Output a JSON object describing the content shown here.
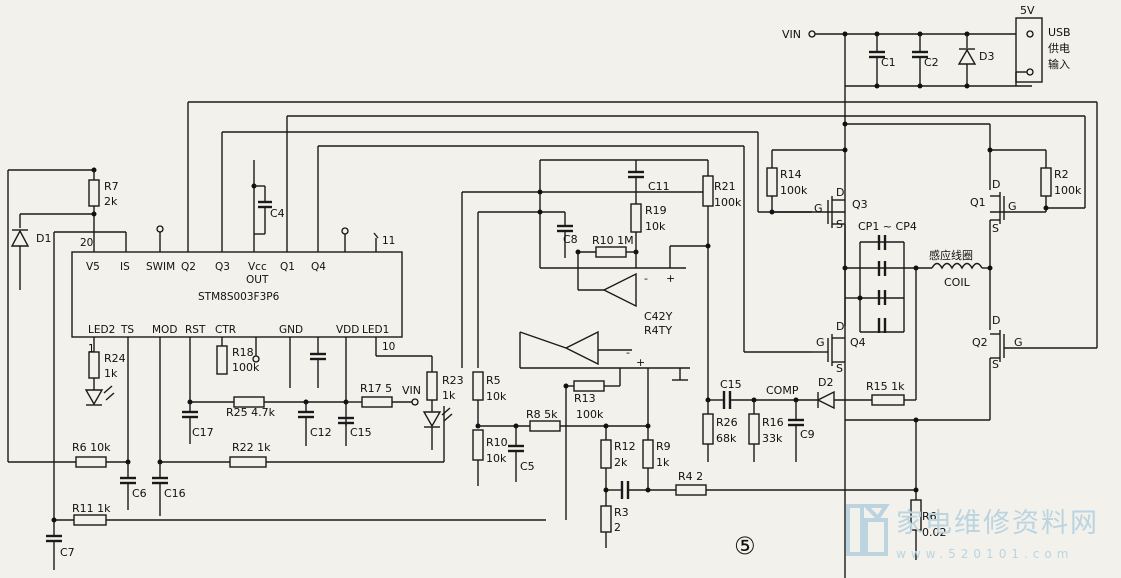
{
  "ic": {
    "part": "STM8S003F3P6",
    "out": "OUT",
    "pins_top": [
      "V5",
      "IS",
      "SWIM",
      "Q2",
      "Q3",
      "Vcc",
      "Q1",
      "Q4"
    ],
    "pins_bottom": [
      "LED2",
      "TS",
      "MOD",
      "RST",
      "CTR",
      "GND",
      "VDD",
      "LED1"
    ],
    "pin20": "20",
    "pin11": "11",
    "pin1": "1",
    "pin10": "10"
  },
  "opamp": {
    "line1": "C42Y",
    "line2": "R4TY"
  },
  "power": {
    "vin_top": "VIN",
    "vin_left": "VIN",
    "usb_voltage": "5V",
    "usb_line1": "USB",
    "usb_line2": "供电",
    "usb_line3": "输入"
  },
  "coil": {
    "label_cn": "感应线圈",
    "label_en": "COIL",
    "cp": "CP1 ~ CP4"
  },
  "labels": {
    "d1": "D1",
    "d2": "D2",
    "d3": "D3",
    "c1": "C1",
    "c2": "C2",
    "c4": "C4",
    "c5": "C5",
    "c6": "C6",
    "c7": "C7",
    "c8": "C8",
    "c9": "C9",
    "c11": "C11",
    "c12": "C12",
    "c15a": "C15",
    "c15b": "C15",
    "c16": "C16",
    "c17": "C17",
    "r7a": "R7",
    "r7b": "2k",
    "r24a": "R24",
    "r24b": "1k",
    "r6": "R6  10k",
    "r11": "R11  1k",
    "r18a": "R18",
    "r18b": "100k",
    "r25": "R25  4.7k",
    "r22": "R22  1k",
    "r17": "R17  5",
    "r23a": "R23",
    "r23b": "1k",
    "r5a": "R5",
    "r5b": "10k",
    "r10a": "R10",
    "r10b": "10k",
    "r8": "R8  5k",
    "r13a": "R13",
    "r13b": "100k",
    "r12a": "R12",
    "r12b": "2k",
    "r9a": "R9",
    "r9b": "1k",
    "r3a": "R3",
    "r3b": "2",
    "r4": "R4  2",
    "r10m": "R10  1M",
    "r19a": "R19",
    "r19b": "10k",
    "r21a": "R21",
    "r21b": "100k",
    "r26a": "R26",
    "r26b": "68k",
    "r16a": "R16",
    "r16b": "33k",
    "comp": "COMP",
    "r15": "R15  1k",
    "r14a": "R14",
    "r14b": "100k",
    "r2a": "R2",
    "r2b": "100k",
    "q1": "Q1",
    "q2": "Q2",
    "q3": "Q3",
    "q4": "Q4",
    "r6sa": "R6",
    "r6sb": "0.02",
    "g": "G",
    "d": "D",
    "s": "S",
    "plus": "+",
    "minus": "-",
    "fig": "⑤"
  },
  "watermark": {
    "cn": "家电维修资料网",
    "url": "www.520101.com"
  }
}
